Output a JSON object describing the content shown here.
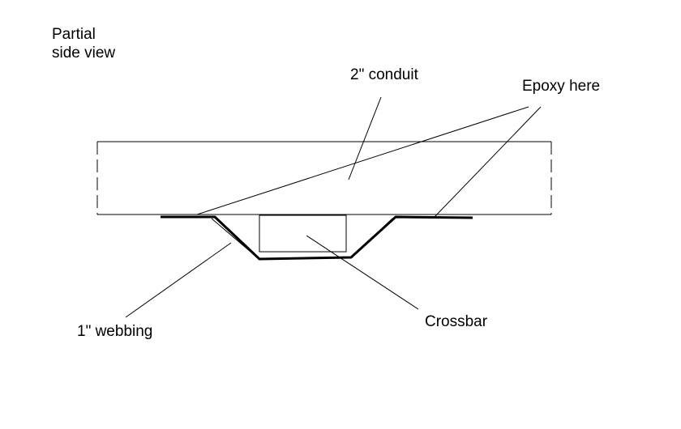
{
  "diagram": {
    "title_line1": "Partial",
    "title_line2": "side view",
    "labels": {
      "conduit": "2\" conduit",
      "epoxy": "Epoxy here",
      "webbing": "1\" webbing",
      "crossbar": "Crossbar"
    },
    "colors": {
      "stroke": "#000000",
      "background": "#ffffff"
    }
  }
}
